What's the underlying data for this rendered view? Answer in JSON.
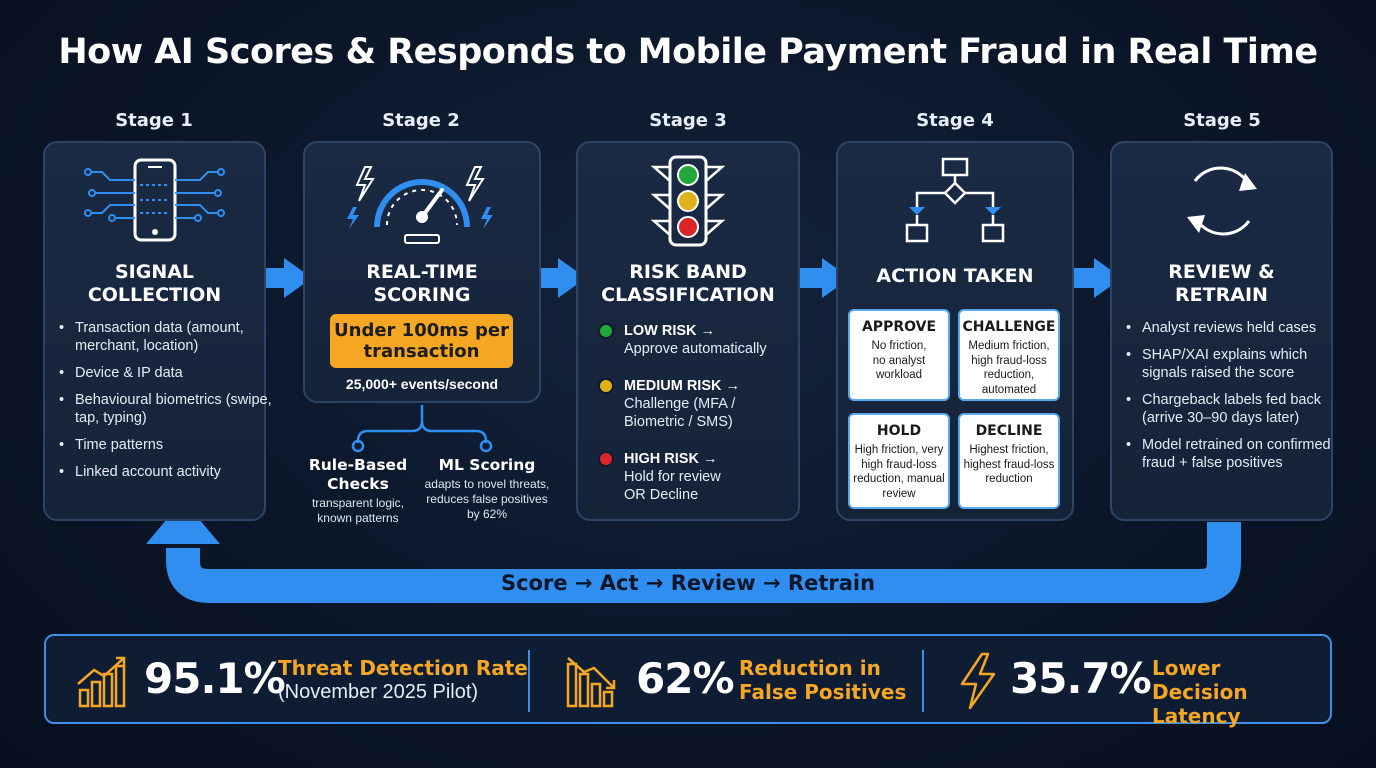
{
  "title": "How AI Scores & Responds to Mobile Payment Fraud in Real Time",
  "stages": [
    {
      "label": "Stage 1",
      "title": "SIGNAL COLLECTION",
      "icon": "smartphone-circuit-icon",
      "bullets": [
        "Transaction data (amount, merchant, location)",
        "Device & IP data",
        "Behavioural biometrics (swipe, tap, typing)",
        "Time patterns",
        "Linked account activity"
      ]
    },
    {
      "label": "Stage 2",
      "title": "REAL-TIME SCORING",
      "icon": "speedometer-icon",
      "speed": "Under 100ms per transaction",
      "events": "25,000+ events/second",
      "methods": [
        {
          "title": "Rule-Based Checks",
          "desc": "transparent logic, known patterns"
        },
        {
          "title": "ML Scoring",
          "desc": "adapts to novel threats, reduces false positives by 62%"
        }
      ]
    },
    {
      "label": "Stage 3",
      "title": "RISK BAND CLASSIFICATION",
      "icon": "traffic-light-icon",
      "risks": [
        {
          "head": "LOW RISK →",
          "desc": "Approve automatically",
          "color": "#22a83a"
        },
        {
          "head": "MEDIUM RISK →",
          "desc": "Challenge (MFA / Biometric / SMS)",
          "color": "#e0b21a"
        },
        {
          "head": "HIGH RISK →",
          "desc": "Hold for review OR Decline",
          "color": "#d8262b"
        }
      ]
    },
    {
      "label": "Stage 4",
      "title": "ACTION TAKEN",
      "icon": "decision-flowchart-icon",
      "actions": [
        {
          "head": "APPROVE",
          "desc": "No friction, no analyst workload"
        },
        {
          "head": "CHALLENGE",
          "desc": "Medium friction, high fraud-loss reduction, automated"
        },
        {
          "head": "HOLD",
          "desc": "High friction, very high fraud-loss reduction, manual review"
        },
        {
          "head": "DECLINE",
          "desc": "Highest friction, highest fraud-loss reduction"
        }
      ]
    },
    {
      "label": "Stage 5",
      "title": "REVIEW & RETRAIN",
      "icon": "refresh-cycle-icon",
      "bullets": [
        "Analyst reviews held cases",
        "SHAP/XAI explains which signals raised the score",
        "Chargeback labels fed back (arrive 30–90 days later)",
        "Model retrained on confirmed fraud + false positives"
      ]
    }
  ],
  "loop_label": "Score → Act → Review → Retrain",
  "metrics": [
    {
      "value": "95.1%",
      "label": "Threat Detection Rate",
      "sub": "(November 2025 Pilot)",
      "icon": "growth-bar-chart-icon"
    },
    {
      "value": "62%",
      "label": "Reduction in False Positives",
      "icon": "declining-bar-chart-icon"
    },
    {
      "value": "35.7%",
      "label": "Lower Decision Latency",
      "icon": "lightning-bolt-icon"
    }
  ],
  "colors": {
    "accent_blue": "#2f8ef0",
    "accent_orange": "#f5a623",
    "card_bg": "#1a2a44"
  }
}
